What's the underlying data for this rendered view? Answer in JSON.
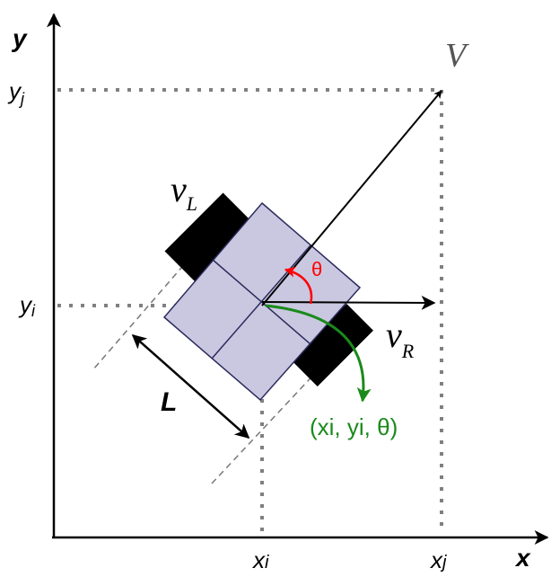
{
  "labels": {
    "y_axis": "y",
    "x_axis": "x",
    "yj": {
      "base": "y",
      "sub": "j"
    },
    "yi": {
      "base": "y",
      "sub": "i"
    },
    "xi": {
      "base": "x",
      "sub": "i"
    },
    "xj": {
      "base": "x",
      "sub": "j"
    },
    "velocity": "V",
    "v_left": {
      "base": "v",
      "sub": "L"
    },
    "v_right": {
      "base": "v",
      "sub": "R"
    },
    "theta": "θ",
    "length": "L",
    "pose": "(xi, yi, θ)"
  },
  "colors": {
    "axis": "#000000",
    "robot_body": "#c9c8e0",
    "robot_outline": "#2b2a5c",
    "wheel": "#000000",
    "guide_dots": "#808080",
    "theta_arrow": "#ff0000",
    "pose_arrow": "#1a8a1a"
  }
}
